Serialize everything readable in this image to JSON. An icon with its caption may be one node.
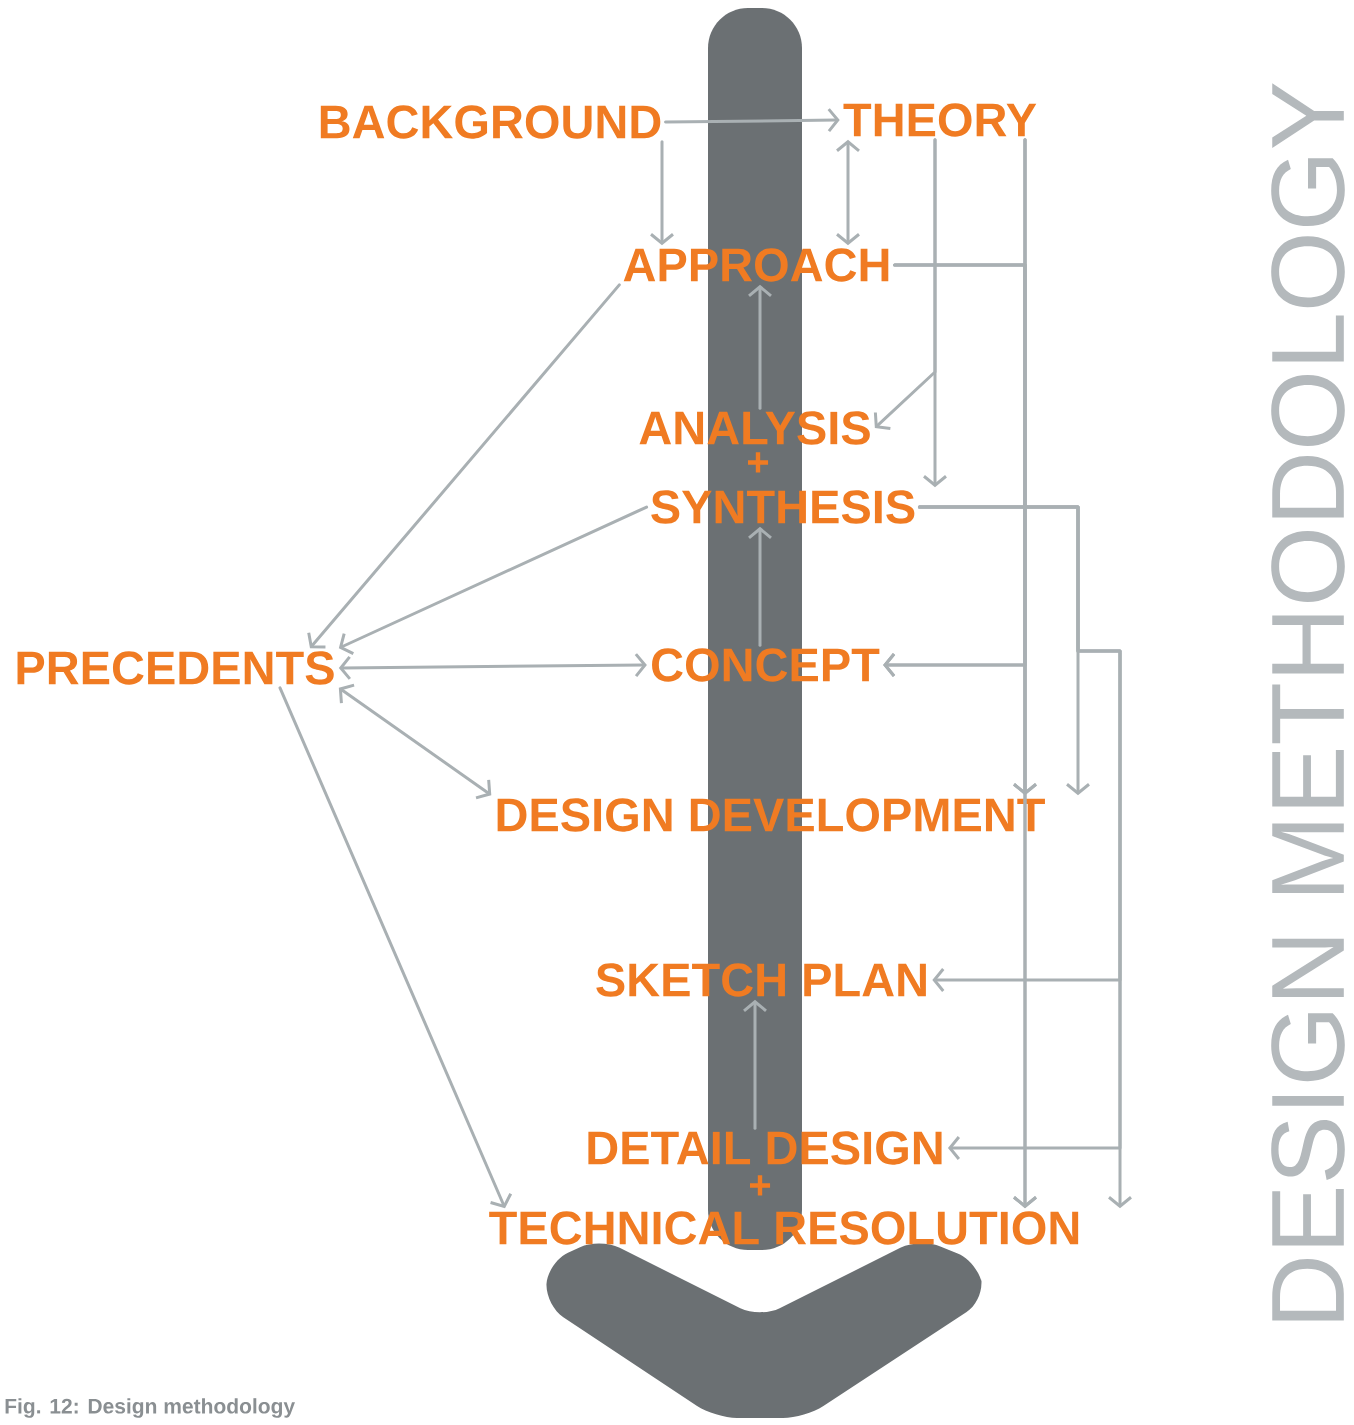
{
  "diagram": {
    "caption": "Fig. 12: Design methodology",
    "nodes": [
      {
        "text": [
          "BACKGROUND"
        ]
      },
      {
        "text": [
          "THEORY"
        ]
      },
      {
        "text": [
          "APPROACH"
        ]
      },
      {
        "text": [
          "ANALYSIS"
        ]
      },
      {
        "text": [
          "SYNTHESIS"
        ]
      },
      {
        "text": [
          "PRECEDENTS"
        ]
      },
      {
        "text": [
          "CONCEPT"
        ]
      },
      {
        "text": [
          "DESIGN DEVELOPMENT"
        ]
      },
      {
        "text": [
          "SKETCH PLAN"
        ]
      },
      {
        "text": [
          "DETAIL DESIGN"
        ]
      },
      {
        "text": [
          "TECHNICAL RESOLUTION"
        ]
      }
    ],
    "edges": [
      {
        "from": 0,
        "to": 1,
        "arrow": "to"
      },
      {
        "from": 0,
        "to": 2,
        "arrow": "to"
      },
      {
        "from": 1,
        "to": 2,
        "arrow": "both"
      },
      {
        "from": 1,
        "to": 3,
        "arrow": "to"
      },
      {
        "from": 1,
        "to": 4,
        "arrow": "to"
      },
      {
        "from": 3,
        "to": 2,
        "arrow": "to"
      },
      {
        "from": 6,
        "to": 4,
        "arrow": "to"
      },
      {
        "from": 9,
        "to": 8,
        "arrow": "to"
      },
      {
        "from": 2,
        "to": 5,
        "arrow": "to"
      },
      {
        "from": 4,
        "to": 5,
        "arrow": "to"
      },
      {
        "from": 5,
        "to": 6,
        "arrow": "both"
      },
      {
        "from": 5,
        "to": 7,
        "arrow": "both"
      },
      {
        "from": 5,
        "to": 10,
        "arrow": "to"
      },
      {
        "from": 1,
        "to": 6,
        "arrow": "to"
      },
      {
        "from": 1,
        "to": 7,
        "arrow": "to"
      },
      {
        "from": 1,
        "to": 10,
        "arrow": "to"
      },
      {
        "from": 2,
        "to": 6,
        "arrow": "to"
      },
      {
        "from": 2,
        "to": 7,
        "arrow": "to"
      },
      {
        "from": 2,
        "to": 10,
        "arrow": "to"
      },
      {
        "from": 4,
        "to": 7,
        "arrow": "to"
      },
      {
        "from": 4,
        "to": 8,
        "arrow": "to"
      },
      {
        "from": 4,
        "to": 9,
        "arrow": "to"
      },
      {
        "from": 4,
        "to": 10,
        "arrow": "to"
      }
    ],
    "labels": [
      "+",
      "+",
      "DESIGN METHODOLOGY"
    ]
  }
}
